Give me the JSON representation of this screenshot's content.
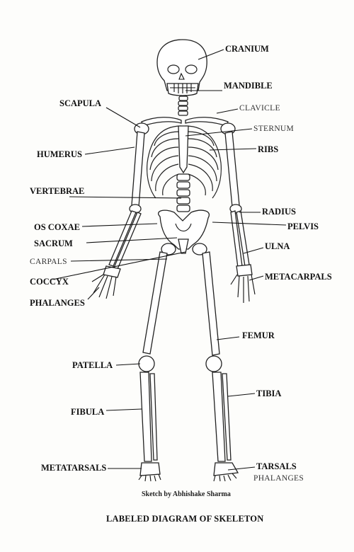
{
  "labels": {
    "cranium": "CRANIUM",
    "mandible": "MANDIBLE",
    "scapula": "SCAPULA",
    "clavicle": "CLAVICLE",
    "sternum": "STERNUM",
    "humerus": "HUMERUS",
    "ribs": "RIBS",
    "vertebrae": "VERTEBRAE",
    "radius": "RADIUS",
    "os_coxae": "OS COXAE",
    "pelvis": "PELVIS",
    "sacrum": "SACRUM",
    "ulna": "ULNA",
    "carpals": "CARPALS",
    "coccyx": "COCCYX",
    "metacarpals": "METACARPALS",
    "phalanges_hand": "PHALANGES",
    "femur": "FEMUR",
    "patella": "PATELLA",
    "tibia": "TIBIA",
    "fibula": "FIBULA",
    "metatarsals": "METATARSALS",
    "tarsals": "TARSALS",
    "phalanges_foot": "PHALANGES"
  },
  "credit": "Sketch by Abhishake Sharma",
  "title": "LABELED DIAGRAM OF SKELETON"
}
